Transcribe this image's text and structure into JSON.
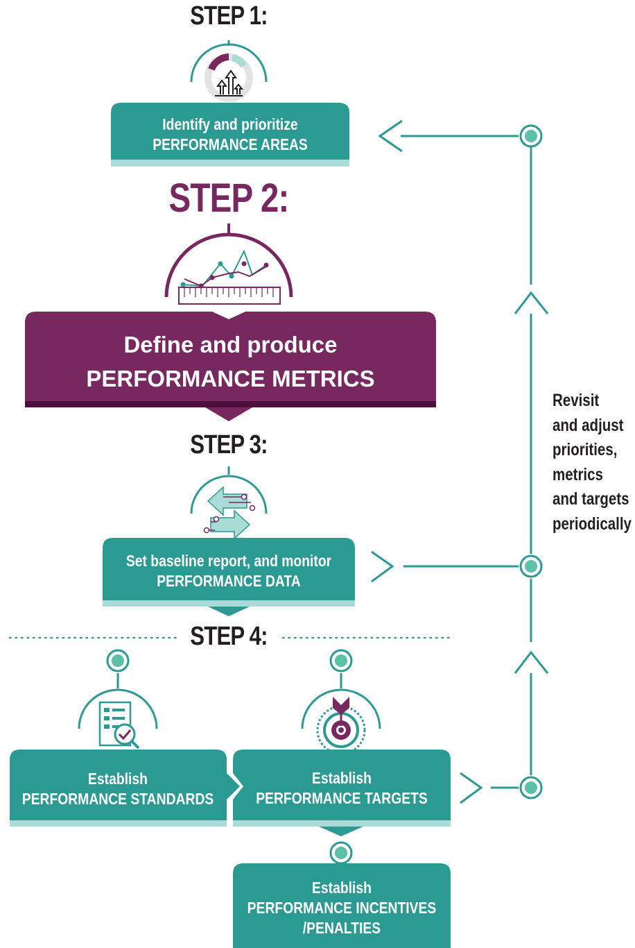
{
  "steps": [
    {
      "heading": "STEP 1:",
      "line1": "Identify and prioritize",
      "line2": "PERFORMANCE AREAS"
    },
    {
      "heading": "STEP 2:",
      "line1": "Define and produce",
      "line2": "PERFORMANCE METRICS"
    },
    {
      "heading": "STEP 3:",
      "line1": "Set baseline report, and monitor",
      "line2": "PERFORMANCE DATA"
    },
    {
      "heading": "STEP 4:"
    }
  ],
  "step4_boxes": [
    {
      "line1": "Establish",
      "line2": "PERFORMANCE STANDARDS",
      "icon": "checklist-magnifier-icon"
    },
    {
      "line1": "Establish",
      "line2": "PERFORMANCE TARGETS",
      "icon": "target-arrow-icon"
    },
    {
      "line1": "Establish",
      "line2": "PERFORMANCE INCENTIVES",
      "line3": "/PENALTIES"
    }
  ],
  "feedback_note": [
    "Revisit",
    "and adjust",
    "priorities,",
    "metrics",
    "and targets",
    "periodically"
  ],
  "icons": [
    "growth-chart-icon",
    "line-chart-ruler-icon",
    "exchange-arrows-icon",
    "checklist-magnifier-icon",
    "target-arrow-icon"
  ],
  "colors": {
    "teal": "#2a9a93",
    "teal_light": "#a9dcd6",
    "purple": "#77285f",
    "purple_dark": "#4d0f3c",
    "text": "#231f20",
    "dot_fill": "#5cbfa8"
  }
}
